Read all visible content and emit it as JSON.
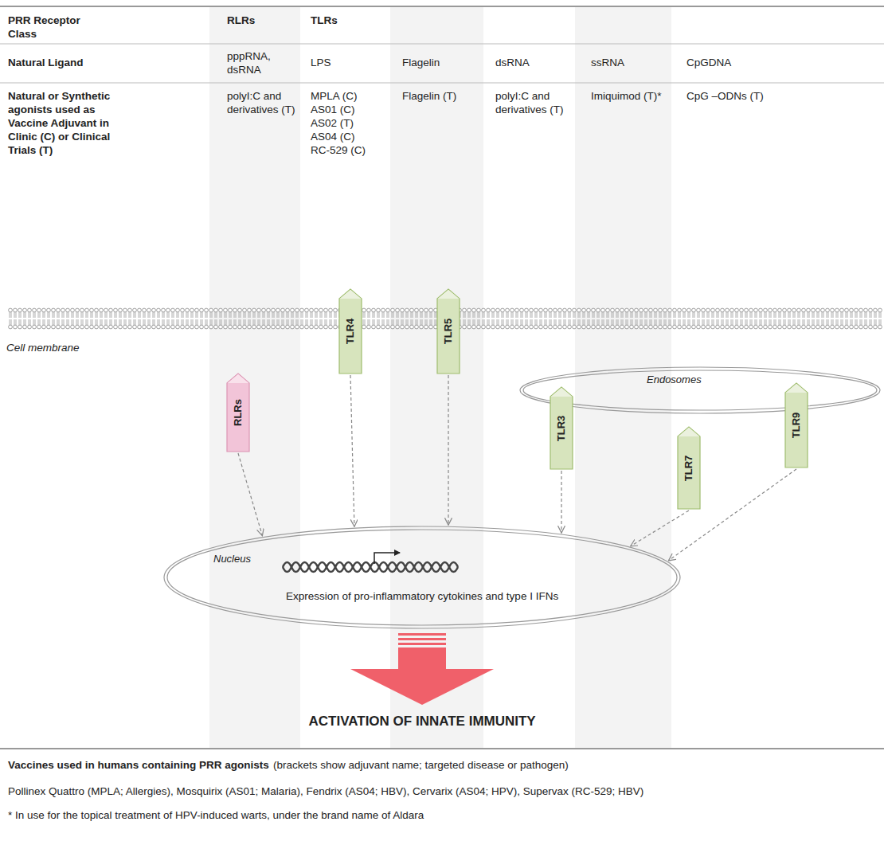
{
  "diagram": {
    "nodes": [
      {
        "text": [
          "RLRs"
        ]
      },
      {
        "text": [
          "TLR4"
        ]
      },
      {
        "text": [
          "TLR5"
        ]
      },
      {
        "text": [
          "Endosomes"
        ]
      },
      {
        "text": [
          "TLR3"
        ]
      },
      {
        "text": [
          "TLR7"
        ]
      },
      {
        "text": [
          "TLR9"
        ]
      },
      {
        "text": [
          "Nucleus",
          "Expression of pro-inflammatory cytokines and type I IFNs"
        ]
      }
    ],
    "edges": [
      {
        "from": 0,
        "to": 7,
        "arrow": "to"
      },
      {
        "from": 1,
        "to": 7,
        "arrow": "to"
      },
      {
        "from": 2,
        "to": 7,
        "arrow": "to"
      },
      {
        "from": 4,
        "to": 7,
        "arrow": "to"
      },
      {
        "from": 5,
        "to": 7,
        "arrow": "to"
      },
      {
        "from": 6,
        "to": 7,
        "arrow": "to"
      }
    ],
    "labels": [
      "PRR Receptor Class",
      "RLRs",
      "TLRs",
      "Natural Ligand",
      "pppRNA, dsRNA",
      "LPS",
      "Flagelin",
      "dsRNA",
      "ssRNA",
      "CpGDNA",
      "Natural or Synthetic agonists used as Vaccine Adjuvant in Clinic (C) or Clinical Trials (T)",
      "polyI:C and derivatives (T)",
      "MPLA (C)",
      "AS01 (C)",
      "AS02 (T)",
      "AS04 (C)",
      "RC-529 (C)",
      "Flagelin (T)",
      "polyI:C and derivatives (T)",
      "Imiquimod (T)*",
      "CpG –ODNs (T)",
      "Cell membrane",
      "ACTIVATION OF INNATE IMMUNITY",
      "Vaccines used in humans containing PRR agonists",
      "(brackets show adjuvant name; targeted disease or pathogen)",
      "Pollinex Quattro (MPLA; Allergies), Mosquirix (AS01; Malaria), Fendrix (AS04; HBV), Cervarix (AS04; HPV), Supervax (RC-529; HBV)",
      "* In use for the topical treatment of HPV-induced warts, under the brand name of Aldara"
    ]
  }
}
